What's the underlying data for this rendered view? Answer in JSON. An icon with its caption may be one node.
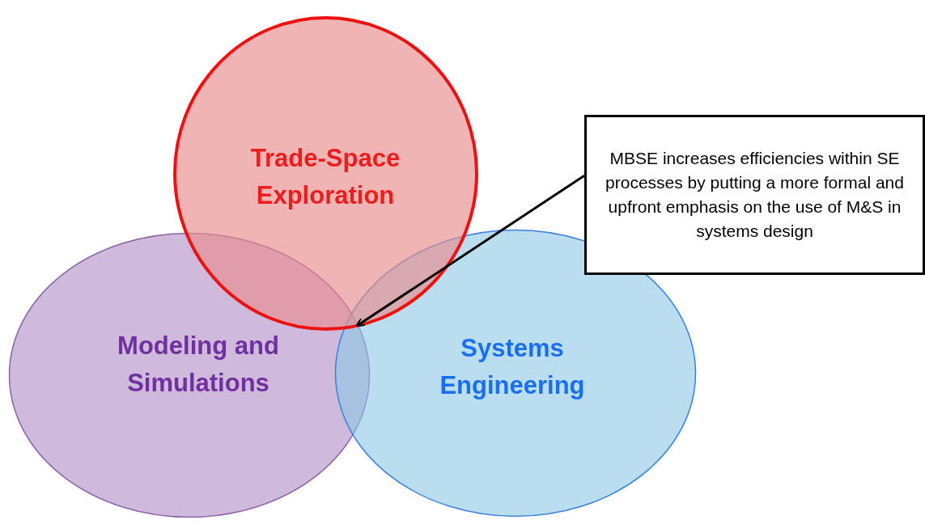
{
  "diagram": {
    "nodes": [
      {
        "text": [
          "Trade-Space Exploration"
        ]
      },
      {
        "text": [
          "Modeling and Simulations"
        ]
      },
      {
        "text": [
          "Systems Engineering"
        ]
      },
      {
        "text": [
          "MBSE increases efficiencies within SE processes by putting a more formal and upfront emphasis on the use of M&S in systems design"
        ]
      }
    ],
    "edges": [
      {
        "from": 3,
        "to": 0,
        "arrow": "to"
      }
    ]
  }
}
